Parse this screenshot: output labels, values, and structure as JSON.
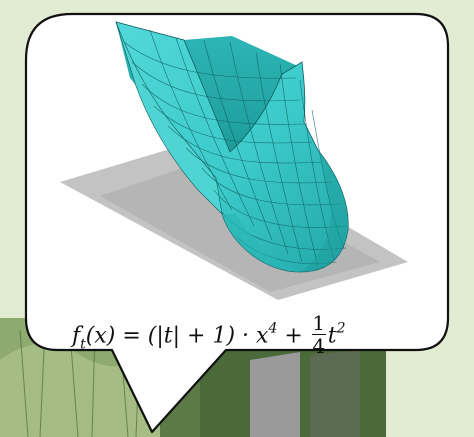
{
  "colors": {
    "background": "#e2ecd2",
    "bubble_fill": "#ffffff",
    "bubble_stroke": "#111111",
    "surface": "#3ccaca",
    "surface_dark": "#22a6a6",
    "mesh": "#0f5e5e",
    "shadow": "#b9b9b9",
    "foliage": "#6f8f4d"
  },
  "formula": {
    "lhs_f": "f",
    "lhs_sub": "t",
    "lhs_arg": "(x) = (|t| + 1) · x",
    "lhs_sup": "4",
    "plus": " + ",
    "frac_num": "1",
    "frac_den": "4",
    "tail": "t",
    "tail_sup": "2"
  }
}
